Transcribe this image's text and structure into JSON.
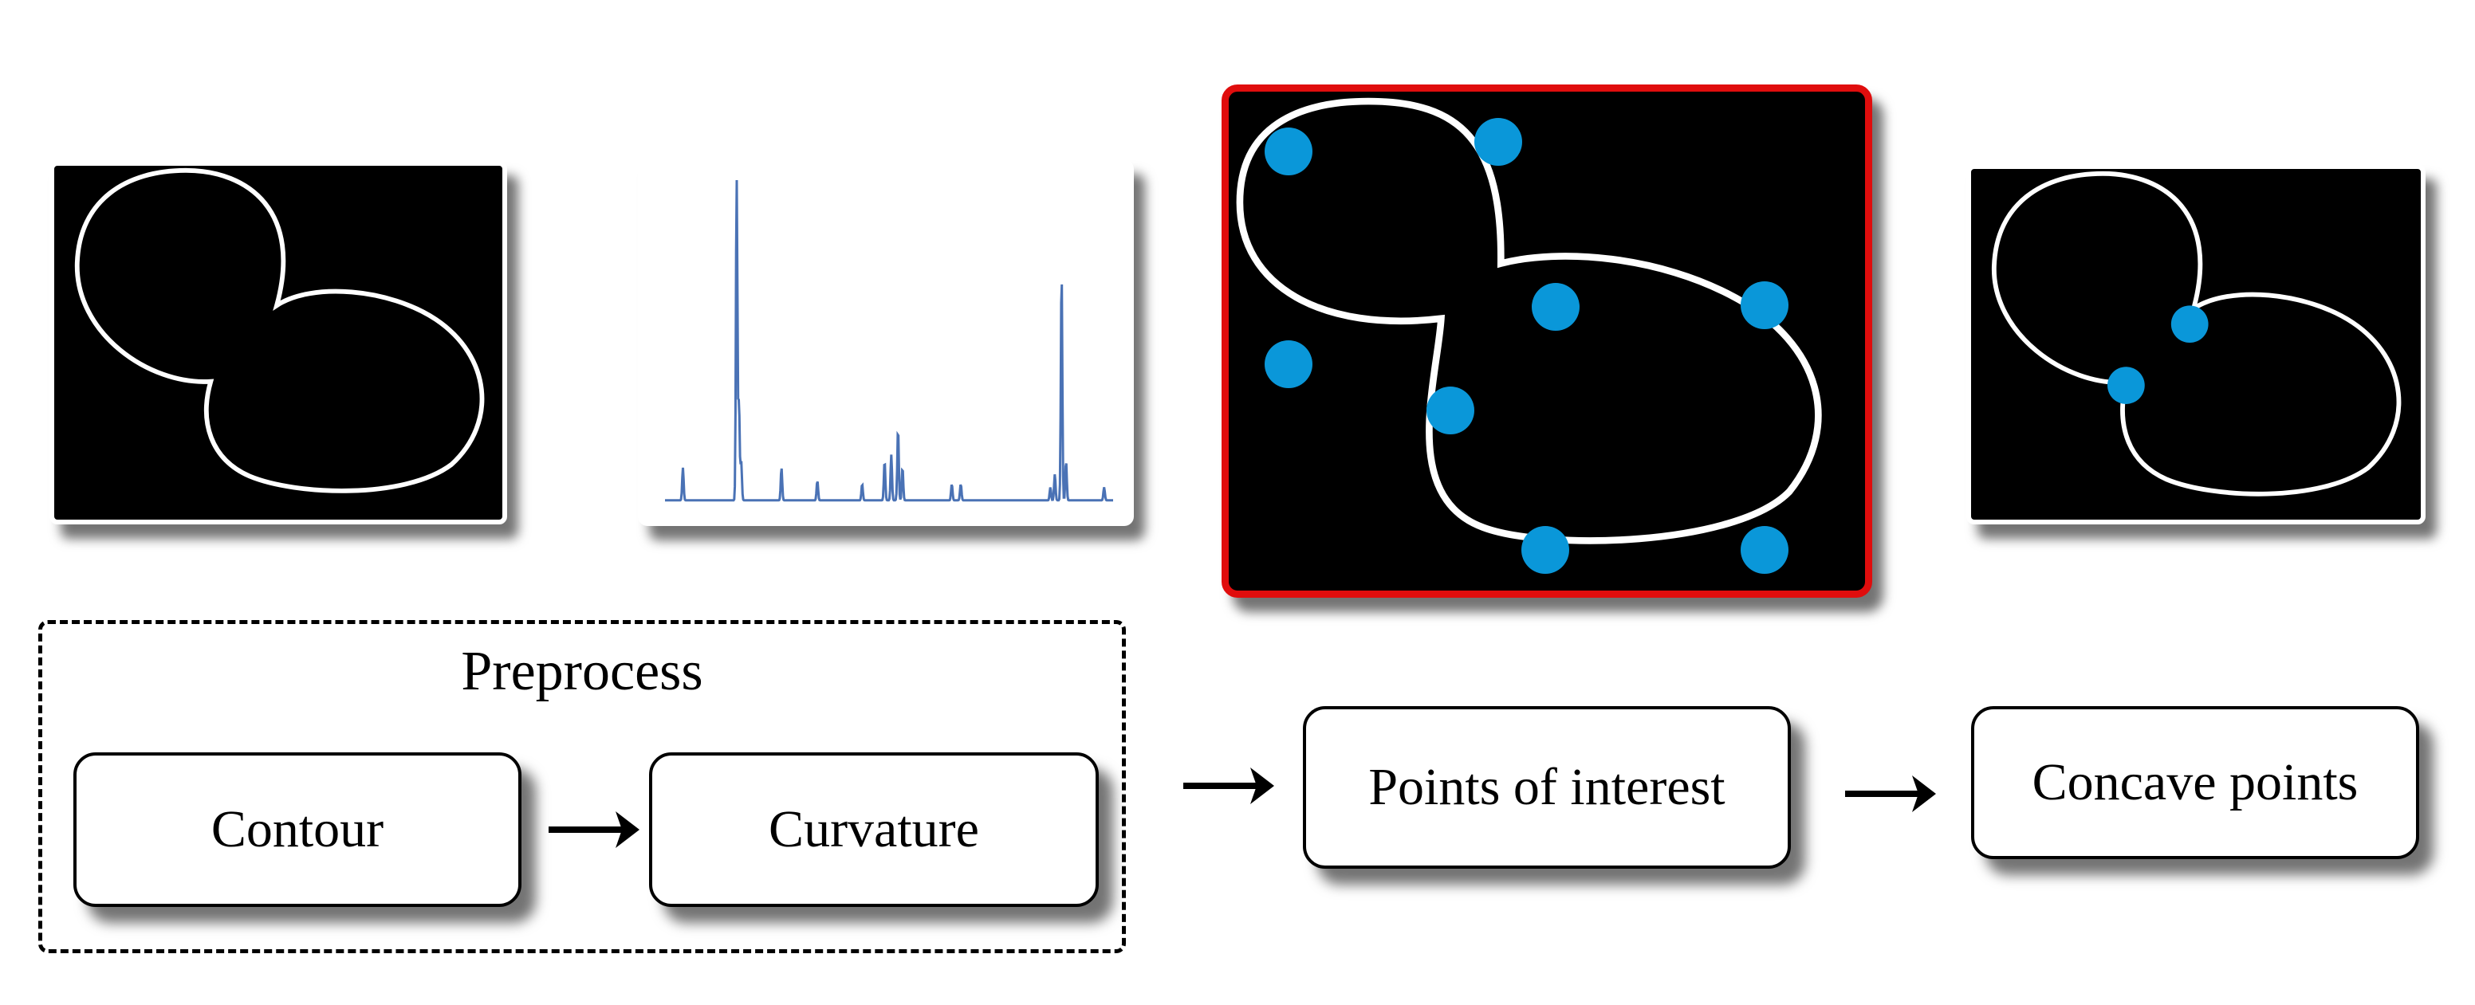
{
  "steps": {
    "group_title": "Preprocess",
    "contour_label": "Contour",
    "curvature_label": "Curvature",
    "poi_label": "Points of interest",
    "concave_label": "Concave points"
  },
  "colors": {
    "point": "#0a97d9",
    "highlight_border": "#e00d0d",
    "curve_line": "#4a72b5",
    "contour_line": "#ffffff"
  },
  "curvature_signal": {
    "baseline": 0.02,
    "peaks": [
      [
        0.04,
        0.1
      ],
      [
        0.16,
        1.0
      ],
      [
        0.165,
        0.3
      ],
      [
        0.17,
        0.12
      ],
      [
        0.26,
        0.1
      ],
      [
        0.34,
        0.06
      ],
      [
        0.44,
        0.05
      ],
      [
        0.49,
        0.12
      ],
      [
        0.505,
        0.14
      ],
      [
        0.52,
        0.22
      ],
      [
        0.53,
        0.1
      ],
      [
        0.64,
        0.05
      ],
      [
        0.66,
        0.05
      ],
      [
        0.86,
        0.04
      ],
      [
        0.87,
        0.08
      ],
      [
        0.885,
        0.7
      ],
      [
        0.895,
        0.12
      ],
      [
        0.98,
        0.04
      ]
    ]
  }
}
